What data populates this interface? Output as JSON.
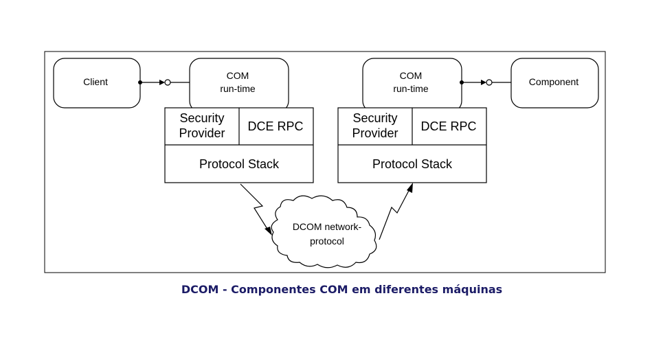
{
  "diagram": {
    "client_label": "Client",
    "component_label": "Component",
    "com_runtime_left": [
      "COM",
      "run-time"
    ],
    "com_runtime_right": [
      "COM",
      "run-time"
    ],
    "left_stack": {
      "security_provider": [
        "Security",
        "Provider"
      ],
      "dce_rpc": "DCE RPC",
      "protocol_stack": "Protocol Stack"
    },
    "right_stack": {
      "security_provider": [
        "Security",
        "Provider"
      ],
      "dce_rpc": "DCE RPC",
      "protocol_stack": "Protocol Stack"
    },
    "network_cloud": [
      "DCOM network-",
      "protocol"
    ]
  },
  "caption": "DCOM - Componentes COM em diferentes máquinas"
}
